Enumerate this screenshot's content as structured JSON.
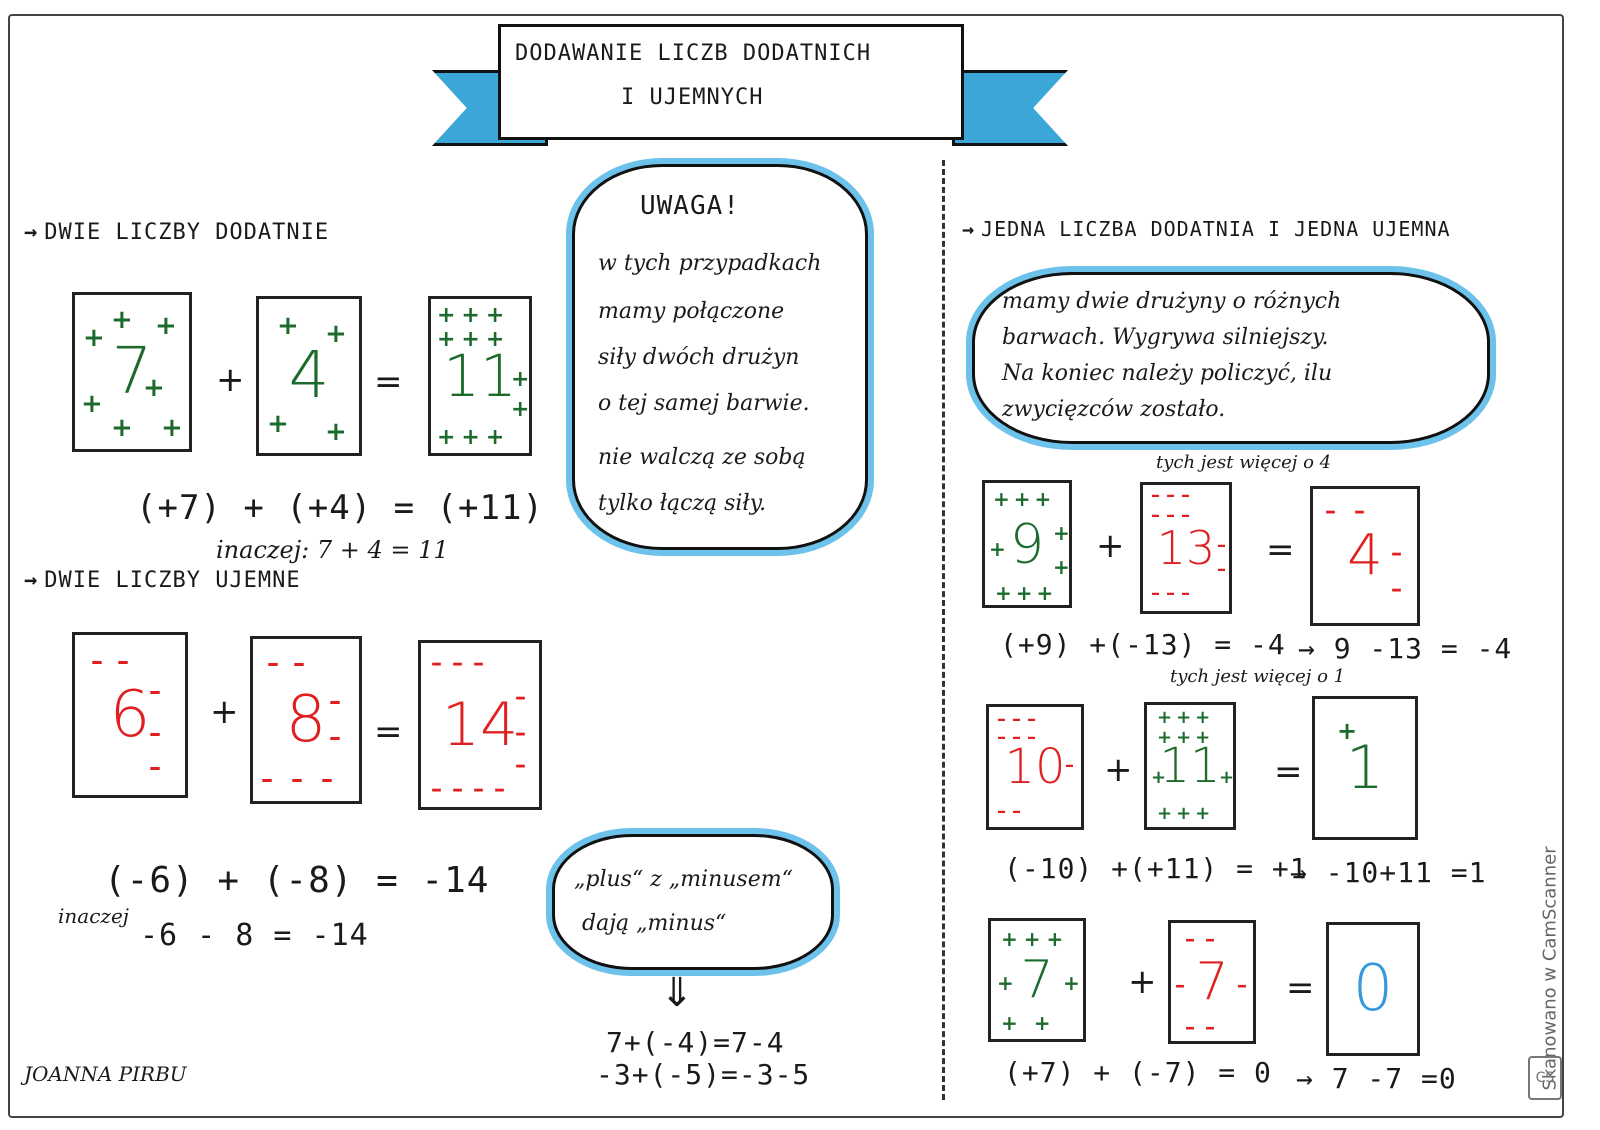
{
  "title": {
    "line1": "DODAWANIE   LICZB   DODATNICH",
    "line2": "I   UJEMNYCH"
  },
  "left": {
    "section1_label": "DWIE LICZBY DODATNIE",
    "ex1": {
      "a": "7",
      "b": "4",
      "result": "11",
      "op": "+",
      "eq": "=",
      "formula": "(+7) + (+4) = (+11)",
      "alt": "inaczej: 7 + 4 = 11"
    },
    "section2_label": "DWIE LICZBY UJEMNE",
    "ex2": {
      "a": "6",
      "b": "8",
      "result": "14",
      "op": "+",
      "eq": "=",
      "formula": "(-6) + (-8) = -14",
      "alt_label": "inaczej",
      "alt": "-6 - 8 = -14"
    }
  },
  "note_cloud": {
    "title": "UWAGA!",
    "lines": [
      "w tych przypadkach",
      "mamy połączone",
      "siły dwóch drużyn",
      "o tej samej barwie.",
      "nie walczą ze sobą",
      "tylko łączą siły."
    ]
  },
  "plus_minus_cloud": {
    "lines": [
      "„plus“ z „minusem“",
      "dają „minus“"
    ],
    "examples": [
      "7+(-4)=7-4",
      "-3+(-5)=-3-5"
    ]
  },
  "right": {
    "section_label": "JEDNA LICZBA DODATNIA I JEDNA UJEMNA",
    "cloud_lines": [
      "mamy dwie drużyny o różnych",
      "barwach. Wygrywa silniejszy.",
      "Na koniec należy policzyć, ilu",
      "zwycięzców zostało."
    ],
    "ex1": {
      "a": "9",
      "b": "13",
      "result": "4",
      "op": "+",
      "eq": "=",
      "note": "tych jest więcej o 4",
      "formula": "(+9) +(-13) = -4",
      "alt": "9 -13 = -4"
    },
    "ex2": {
      "a": "10",
      "b": "11",
      "result": "1",
      "op": "+",
      "eq": "=",
      "note": "tych jest więcej o 1",
      "formula": "(-10) +(+11) = +1",
      "alt": "-10+11 =1"
    },
    "ex3": {
      "a": "7",
      "b": "7",
      "result": "0",
      "op": "+",
      "eq": "=",
      "formula": "(+7) + (-7) = 0",
      "alt": "7 -7 =0"
    }
  },
  "author": "JOANNA PIRBU",
  "scanner": {
    "text": "Skanowano w CamScanner",
    "logo": "CS"
  },
  "colors": {
    "positive": "#1c6b2c",
    "negative": "#e02020",
    "zero": "#3399dd",
    "ribbon": "#3aa7d8",
    "cloud_glow": "#6cc2ea"
  }
}
